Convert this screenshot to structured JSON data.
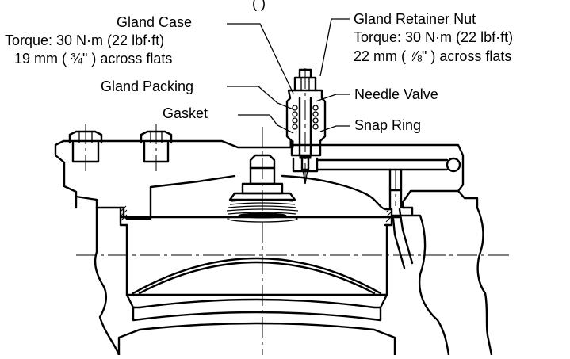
{
  "labels": {
    "gland_case": {
      "name": "Gland Case",
      "torque": "Torque: 30 N·m (22 lbf·ft)",
      "flats": "19 mm ( ¾\" ) across flats"
    },
    "gland_retainer_nut": {
      "name": "Gland Retainer Nut",
      "torque": "Torque: 30 N·m (22 lbf·ft)",
      "flats": "22 mm ( ⅞\" ) across flats"
    },
    "gland_packing": "Gland Packing",
    "gasket": "Gasket",
    "needle_valve": "Needle Valve",
    "snap_ring": "Snap Ring",
    "top_caption_fragment": "(                              )"
  }
}
